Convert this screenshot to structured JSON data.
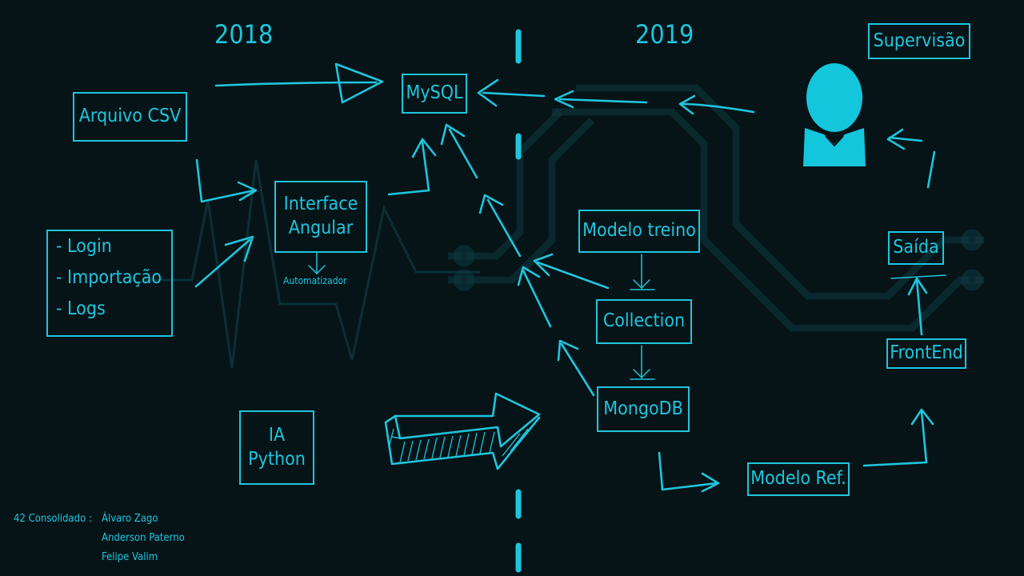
{
  "years": {
    "left": "2018",
    "right": "2019"
  },
  "nodes": {
    "mysql": "MySQL",
    "arquivo_csv": "Arquivo CSV",
    "interface_angular": "Interface\nAngular",
    "automatizador": "Automatizador",
    "features": [
      "- Login",
      "- Importação",
      "- Logs"
    ],
    "ia_python": "IA\nPython",
    "modelo_treino": "Modelo treino",
    "collection": "Collection",
    "mongodb": "MongoDB",
    "modelo_ref": "Modelo Ref.",
    "frontend": "FrontEnd",
    "saida": "Saída",
    "supervisao": "Supervisão"
  },
  "credits": {
    "label": "42 Consolidado :",
    "names": [
      "Álvaro Zago",
      "Anderson Paterno",
      "Felipe Valim"
    ]
  },
  "colors": {
    "accent": "#1fc5dc",
    "background": "#061418"
  },
  "icons": {
    "person": "person-icon",
    "big_arrow": "big-arrow-icon"
  }
}
